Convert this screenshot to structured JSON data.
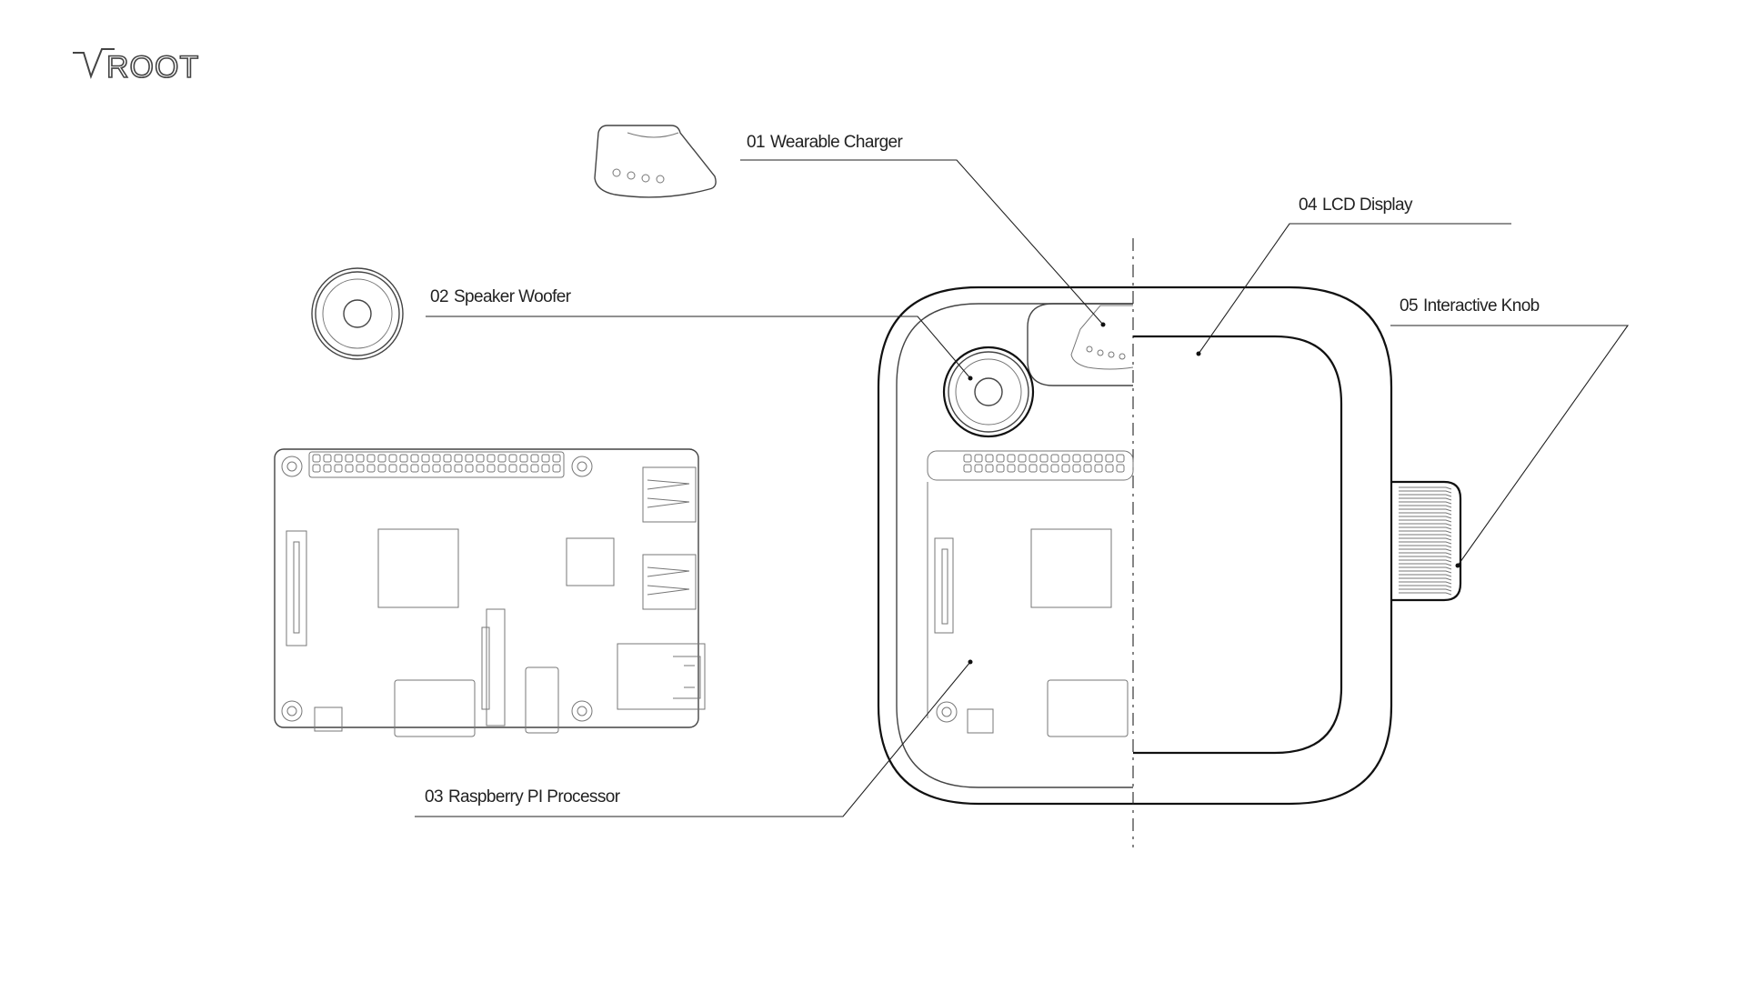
{
  "logo": {
    "text": "ROOT"
  },
  "callouts": [
    {
      "number": "01",
      "label": "Wearable Charger"
    },
    {
      "number": "02",
      "label": "Speaker Woofer"
    },
    {
      "number": "03",
      "label": "Raspberry PI Processor"
    },
    {
      "number": "04",
      "label": "LCD Display"
    },
    {
      "number": "05",
      "label": "Interactive Knob"
    }
  ],
  "icons": {
    "logo": "root-logo-icon",
    "charger": "wearable-charger-icon",
    "speaker": "speaker-woofer-icon",
    "board": "raspberry-pi-board-icon",
    "device": "device-assembly-icon",
    "knob": "interactive-knob-icon"
  },
  "colors": {
    "line": "#222222",
    "background": "#ffffff"
  }
}
